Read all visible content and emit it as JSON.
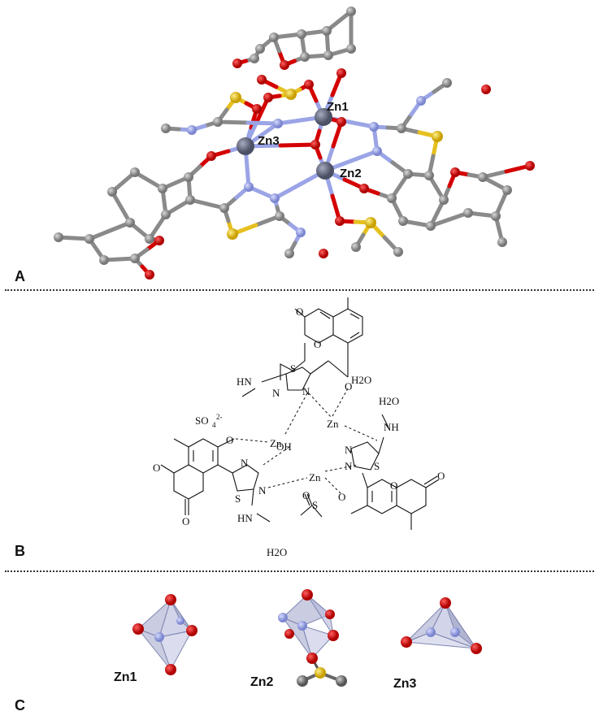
{
  "panels": {
    "a": {
      "letter": "A",
      "zn_labels": [
        "Zn1",
        "Zn2",
        "Zn3"
      ]
    },
    "b": {
      "letter": "B",
      "labels": {
        "zn": "Zn",
        "s": "S",
        "n": "N",
        "o": "O",
        "hn": "HN",
        "nh": "NH",
        "h2o": "H2O",
        "h2o_sub": "2",
        "oh": "OH",
        "oh_sup": "-",
        "so4": "SO",
        "so4_sub": "4",
        "so4_sup": "2-"
      }
    },
    "c": {
      "letter": "C",
      "polyhedra": [
        "Zn1",
        "Zn2",
        "Zn3"
      ]
    }
  },
  "colors": {
    "carbon": "#8a8a8a",
    "oxygen": "#d40000",
    "sulfur": "#e6c01e",
    "nitrogen": "#9aa4e6",
    "zinc": "#6b7080",
    "polyhedron": "#9ea4c8"
  }
}
